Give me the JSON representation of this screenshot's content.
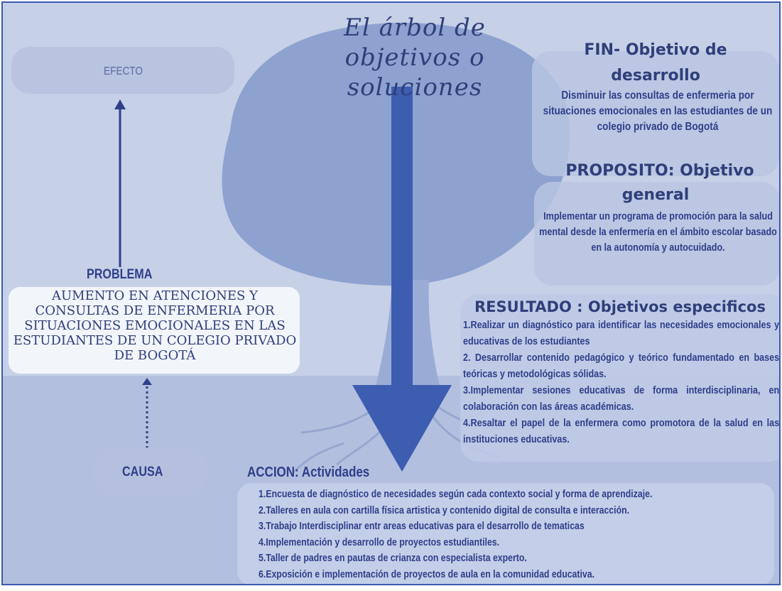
{
  "title": "El árbol de objetivos o soluciones",
  "efecto_label": "EFECTO",
  "problema": {
    "label": "PROBLEMA",
    "text": "AUMENTO EN ATENCIONES Y CONSULTAS DE ENFERMERIA POR SITUACIONES EMOCIONALES EN LAS ESTUDIANTES DE UN COLEGIO PRIVADO DE BOGOTÁ"
  },
  "causa_label": "CAUSA",
  "fin": {
    "heading_line1": "FIN- Objetivo de",
    "heading_line2": "desarrollo",
    "text": "Disminuir las consultas de enfermeria por situaciones emocionales en las estudiantes de un colegio privado de Bogotá"
  },
  "proposito": {
    "heading_line1": "PROPOSITO: Objetivo",
    "heading_line2": "general",
    "text": "Implementar un programa de promoción para la salud mental desde la enfermería en el ámbito escolar basado en la autonomía y autocuidado."
  },
  "resultado": {
    "heading": "RESULTADO : Objetivos especificos",
    "items": [
      "1.Realizar un diagnóstico para identificar las necesidades emocionales y educativas de los estudiantes",
      "2. Desarrollar contenido pedagógico y teórico fundamentado en bases teóricas y metodológicas sólidas.",
      "3.Implementar sesiones educativas de forma interdisciplinaria, en colaboración con las áreas académicas.",
      "4.Resaltar el papel de la enfermera como promotora de la salud en las instituciones educativas."
    ]
  },
  "accion": {
    "heading": "ACCION: Actividades",
    "items": [
      "1.Encuesta de diagnóstico de necesidades según cada contexto social y forma de aprendizaje.",
      "2.Talleres en aula con cartilla física artistica y contenido digital de consulta e interacción.",
      "3.Trabajo Interdisciplinar entr areas educativas para el desarrollo de tematicas",
      "4.Implementación y desarrollo de proyectos estudiantiles.",
      "5.Taller de padres en pautas de crianza con especialista experto.",
      "6.Exposición e implementación de proyectos de aula en la comunidad educativa."
    ]
  },
  "colors": {
    "background": "#c6d0e7",
    "canopy": "#8ea2d0",
    "ground": "#b3c0df",
    "arrow": "#3d5db0",
    "text": "#2f3f8a"
  }
}
